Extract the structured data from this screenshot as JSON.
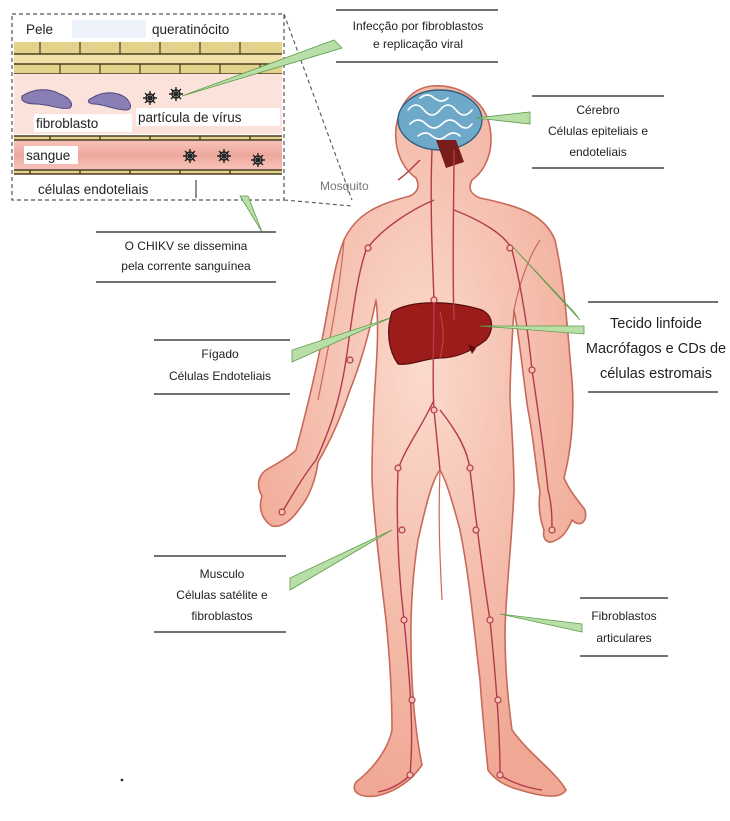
{
  "inset": {
    "skin_label": "Pele",
    "keratinocyte_label": "queratinócito",
    "fibroblast_label": "fibroblasto",
    "virus_particle_label": "partícula de vírus",
    "blood_label": "sangue",
    "endothelial_label": "células endoteliais",
    "mosquito_label": "Mosquito"
  },
  "callouts": {
    "infection": [
      "Infecção por fibroblastos",
      "e replicação viral"
    ],
    "bloodstream": [
      "O CHIKV se dissemina",
      "pela corrente sanguínea"
    ],
    "brain": [
      "Cérebro",
      "Células epiteliais e",
      "endoteliais"
    ],
    "lymphoid": [
      "Tecido linfoide",
      "Macrófagos e CDs de",
      "células estromais"
    ],
    "liver": [
      "Fígado",
      "Células Endoteliais"
    ],
    "muscle": [
      "Musculo",
      "Células satélite e",
      "fibroblastos"
    ],
    "joint": [
      "Fibroblastos",
      "articulares"
    ]
  },
  "colors": {
    "skin_fill": "#f6c3b3",
    "skin_outline": "#c86a5a",
    "vessel": "#b33a4a",
    "liver": "#9c1c1a",
    "brain": "#6fa9c9",
    "pointer_fill": "#b9dfa8",
    "inset_border": "#555555"
  }
}
